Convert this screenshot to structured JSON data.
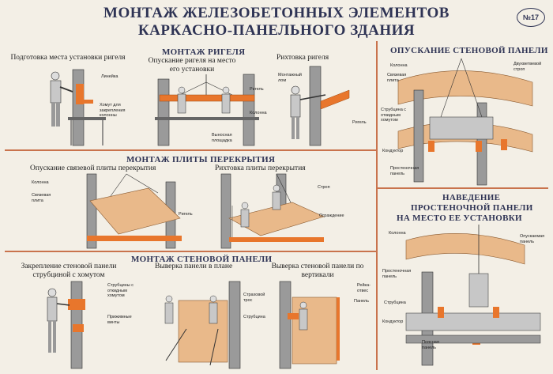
{
  "poster": {
    "title_line1": "МОНТАЖ ЖЕЛЕЗОБЕТОННЫХ ЭЛЕМЕНТОВ",
    "title_line2": "КАРКАСНО-ПАНЕЛЬНОГО ЗДАНИЯ",
    "number": "№17"
  },
  "beam": {
    "prep_caption": "Подготовка места установки ригеля",
    "section_title": "МОНТАЖ РИГЕЛЯ",
    "lower_caption": "Опускание ригеля на место его установки",
    "align_caption": "Рихтовка ригеля",
    "labels": {
      "lineyka": "Линейка",
      "khomut": "Хомут для закрепления колонны",
      "rigel": "Ригель",
      "kolonna": "Колонна",
      "ploshchadka": "Выносная площадка",
      "lom": "Монтажный лом",
      "rigel2": "Ригель"
    }
  },
  "slab": {
    "section_title": "МОНТАЖ ПЛИТЫ ПЕРЕКРЫТИЯ",
    "lower_caption": "Опускание связевой плиты перекрытия",
    "align_caption": "Рихтовка плиты перекрытия",
    "labels": {
      "kolonna": "Колонна",
      "plita": "Связевая плита",
      "rigel": "Ригель",
      "strop": "Строп",
      "ograzhdenie": "Ограждение"
    }
  },
  "wallmount": {
    "section_title": "МОНТАЖ СТЕНОВОЙ ПАНЕЛИ",
    "fix_caption": "Закрепление стеновой панели струбциной с хомутом",
    "plan_caption": "Выверка панели в плане",
    "vert_caption": "Выверка стеновой панели по вертикали",
    "labels": {
      "strubtsiny": "Струбцины с откидным хомутом",
      "vinty": "Прижимные винты",
      "tros": "Страховой трос",
      "strubtsina": "Струбцина",
      "reyka": "Рейка-отвес",
      "panel": "Панель"
    }
  },
  "walllower": {
    "section_title": "ОПУСКАНИЕ СТЕНОВОЙ ПАНЕЛИ",
    "labels": {
      "kolonna": "Колонна",
      "plita": "Связевая плита",
      "strop": "Двухветвевой строп",
      "strubtsina": "Струбцина с откидным хомутом",
      "konduktor": "Кондуктор",
      "panel": "Простеночная панель"
    }
  },
  "guide": {
    "title_line1": "НАВЕДЕНИЕ",
    "title_line2": "ПРОСТЕНОЧНОЙ ПАНЕЛИ",
    "title_line3": "НА МЕСТО ЕЕ УСТАНОВКИ",
    "labels": {
      "kolonna": "Колонна",
      "opusk": "Опускаемая панель",
      "prost": "Простеночная панель",
      "strub": "Струбцина",
      "konduktor": "Кондуктор",
      "poyas": "Поясная панель"
    }
  },
  "colors": {
    "accent": "#e8762c",
    "divider": "#c9734d",
    "title": "#2e3354",
    "slab": "#e9b98a"
  }
}
